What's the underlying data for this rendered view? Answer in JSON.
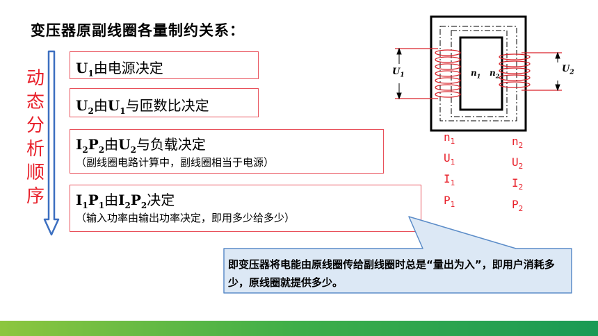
{
  "title": "变压器原副线圈各量制约关系：",
  "side_label": [
    "动",
    "态",
    "分",
    "析",
    "顺",
    "序"
  ],
  "boxes": {
    "b1": {
      "sym": "U",
      "sub": "1",
      "text": "由电源决定"
    },
    "b2": {
      "sym1": "U",
      "sub1": "2",
      "mid": "由",
      "sym2": "U",
      "sub2": "1",
      "text": "与匝数比决定"
    },
    "b3": {
      "s1": "I",
      "n1": "2",
      "s2": "P",
      "n2": "2",
      "mid": "由",
      "s3": "U",
      "n3": "2",
      "text": "与负载决定",
      "note": "（副线圈电路计算中，副线圈相当于电源）"
    },
    "b4": {
      "s1": "I",
      "n1": "1",
      "s2": "P",
      "n2": "1",
      "mid": "由",
      "s3": "I",
      "n3": "2",
      "s4": "P",
      "n4": "2",
      "text": "决定",
      "note": "（输入功率由输出功率决定，即用多少给多少）"
    }
  },
  "callout": "即变压器将电能由原线圈传给副线圈时总是“量出为入”，即用户消耗多少，原线圈就提供多少。",
  "diagram": {
    "U1": "U",
    "U1_sub": "1",
    "U2": "U",
    "U2_sub": "2",
    "n1": "n",
    "n1_sub": "1",
    "n2": "n",
    "n2_sub": "2"
  },
  "left_symbols": [
    {
      "s": "n",
      "sub": "1"
    },
    {
      "s": "U",
      "sub": "1"
    },
    {
      "s": "I",
      "sub": "1"
    },
    {
      "s": "P",
      "sub": "1"
    }
  ],
  "right_symbols": [
    {
      "s": "n",
      "sub": "2"
    },
    {
      "s": "U",
      "sub": "2"
    },
    {
      "s": "I",
      "sub": "2"
    },
    {
      "s": "P",
      "sub": "2"
    }
  ],
  "colors": {
    "red": "#e8202a",
    "arrow_blue": "#3c6fc0",
    "callout_fill": "#dce8f5",
    "callout_border": "#5b8cc8",
    "box_border": "#e8505a"
  }
}
